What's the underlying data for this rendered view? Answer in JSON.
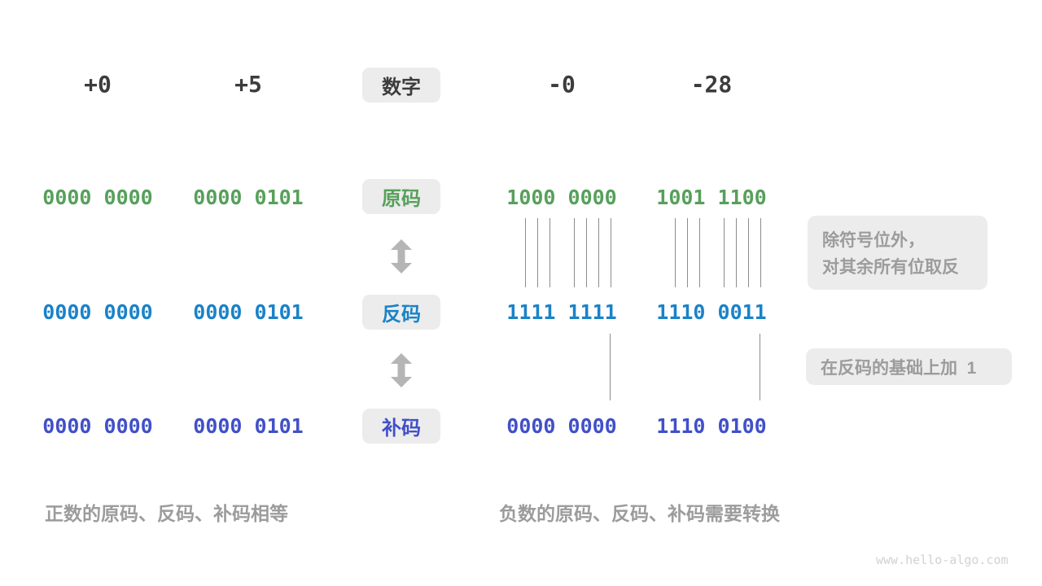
{
  "palette": {
    "box_bg": "#ececec",
    "dark_text": "#3c3c3c",
    "sign_green": "#57a05b",
    "ones_blue": "#1a82c8",
    "twos_indigo": "#4150c8",
    "note_gray": "#9c9c9c",
    "line_gray": "#8c8c8c",
    "arrow_gray": "#b5b5b5",
    "watermark_gray": "#d2d2d2"
  },
  "header": {
    "positive_zero": "+0",
    "positive_five": "+5",
    "number_label": "数字",
    "negative_zero": "-0",
    "negative_28": "-28"
  },
  "rows": {
    "sign_magnitude": {
      "label": "原码",
      "pos_zero": "0000 0000",
      "pos_five": "0000 0101",
      "neg_zero": "1000 0000",
      "neg_28": "1001 1100"
    },
    "ones_complement": {
      "label": "反码",
      "pos_zero": "0000 0000",
      "pos_five": "0000 0101",
      "neg_zero": "1111 1111",
      "neg_28": "1110 0011"
    },
    "twos_complement": {
      "label": "补码",
      "pos_zero": "0000 0000",
      "pos_five": "0000 0101",
      "neg_zero": "0000 0000",
      "neg_28": "1110 0100"
    }
  },
  "annotations": {
    "invert_line1": "除符号位外，",
    "invert_line2": "对其余所有位取反",
    "add_one": "在反码的基础上加  1"
  },
  "captions": {
    "positive_rule": "正数的原码、反码、补码相等",
    "negative_rule": "负数的原码、反码、补码需要转换"
  },
  "watermark": "www.hello-algo.com"
}
